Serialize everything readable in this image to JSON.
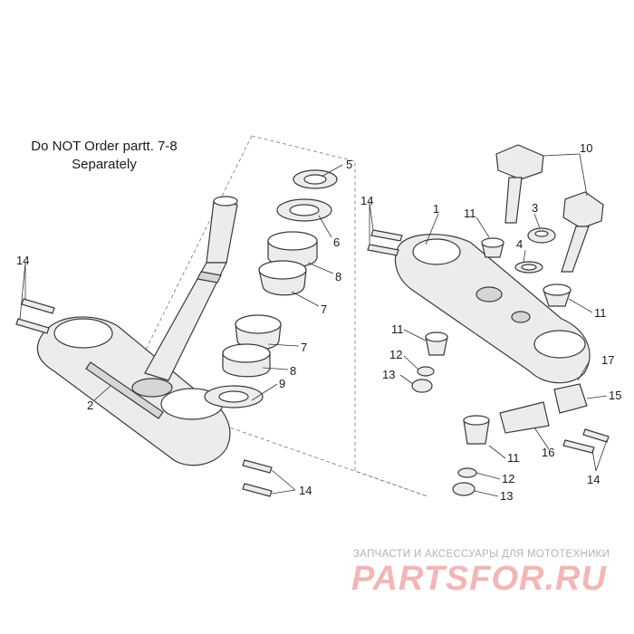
{
  "note": {
    "line1": "Do NOT Order partt. 7-8",
    "line2": "Separately"
  },
  "callouts": [
    "1",
    "2",
    "3",
    "4",
    "5",
    "6",
    "7",
    "8",
    "9",
    "10",
    "11",
    "12",
    "13",
    "14",
    "15",
    "16",
    "17"
  ],
  "watermark": {
    "caption": "ЗАПЧАСТИ И АКСЕССУАРЫ ДЛЯ МОТОТЕХНИКИ",
    "logo": "PARTSFOR.RU"
  }
}
